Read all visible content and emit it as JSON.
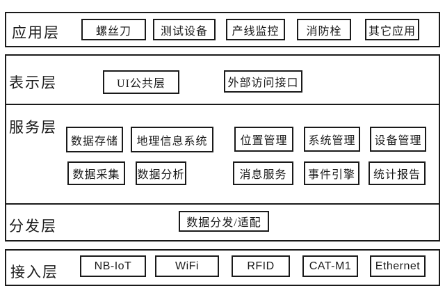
{
  "diagram": {
    "kind": "layered-architecture",
    "colors": {
      "border": "#1a1a1a",
      "background": "#ffffff",
      "text": "#1a1a1a"
    },
    "layers": [
      {
        "name": "应用层",
        "rows": [
          [
            "螺丝刀",
            "测试设备",
            "产线监控",
            "消防栓",
            "其它应用"
          ]
        ]
      },
      {
        "name": "表示层",
        "rows": [
          [
            "UI公共层",
            "外部访问接口"
          ]
        ]
      },
      {
        "name": "服务层",
        "rows": [
          [
            "数据存储",
            "地理信息系统",
            "位置管理",
            "系统管理",
            "设备管理"
          ],
          [
            "数据采集",
            "数据分析",
            "消息服务",
            "事件引擎",
            "统计报告"
          ]
        ]
      },
      {
        "name": "分发层",
        "rows": [
          [
            "数据分发/适配"
          ]
        ]
      },
      {
        "name": "接入层",
        "rows": [
          [
            "NB-IoT",
            "WiFi",
            "RFID",
            "CAT-M1",
            "Ethernet"
          ]
        ]
      }
    ]
  }
}
